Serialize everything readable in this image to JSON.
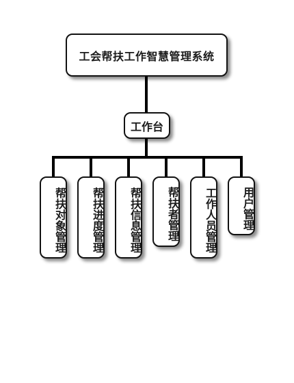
{
  "diagram": {
    "root": "工会帮扶工作智慧管理系统",
    "hub": "工作台",
    "modules": [
      "帮扶对象管理",
      "帮扶进度管理",
      "帮扶信息管理",
      "帮扶者管理",
      "工作人员管理",
      "用户管理"
    ]
  }
}
